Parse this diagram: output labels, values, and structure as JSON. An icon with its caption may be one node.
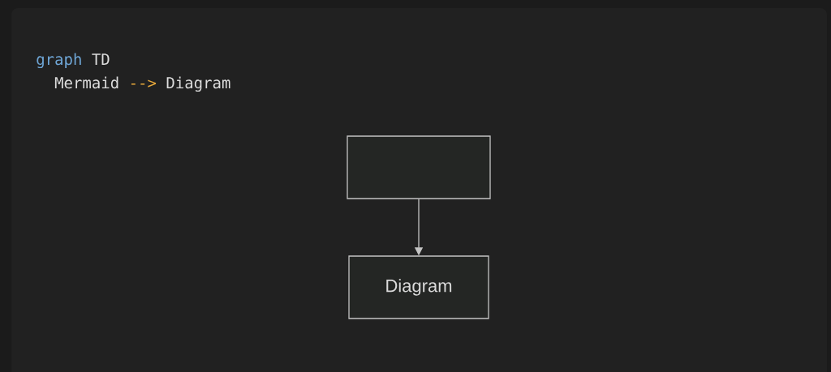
{
  "diagram": {
    "nodes": [
      {
        "text": [],
        "shape": "box"
      },
      {
        "text": [
          "Diagram"
        ]
      }
    ],
    "edges": [
      {
        "from": 0,
        "to": 1,
        "arrow": "to"
      }
    ],
    "labels": [
      "graph",
      "TD",
      "Mermaid",
      "-->",
      "Diagram"
    ]
  }
}
